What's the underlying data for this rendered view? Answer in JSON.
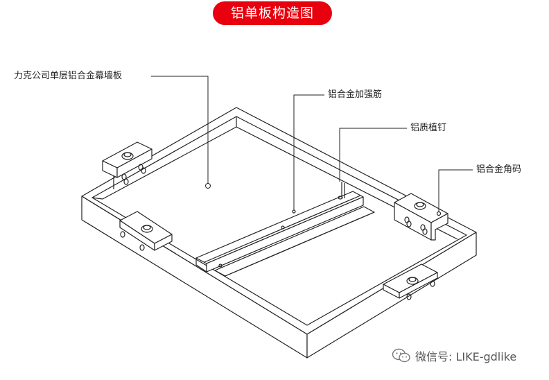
{
  "title": "铝单板构造图",
  "labels": {
    "panel": "力克公司单层铝合金幕墙板",
    "stiffener": "铝合金加强筋",
    "stud": "铝质植钉",
    "corner_bracket": "铝合金角码"
  },
  "watermark": {
    "text": "微信号: LIKE-gdlike",
    "icon": "wechat-icon"
  },
  "colors": {
    "accent": "#e8000e",
    "line": "#222222"
  }
}
